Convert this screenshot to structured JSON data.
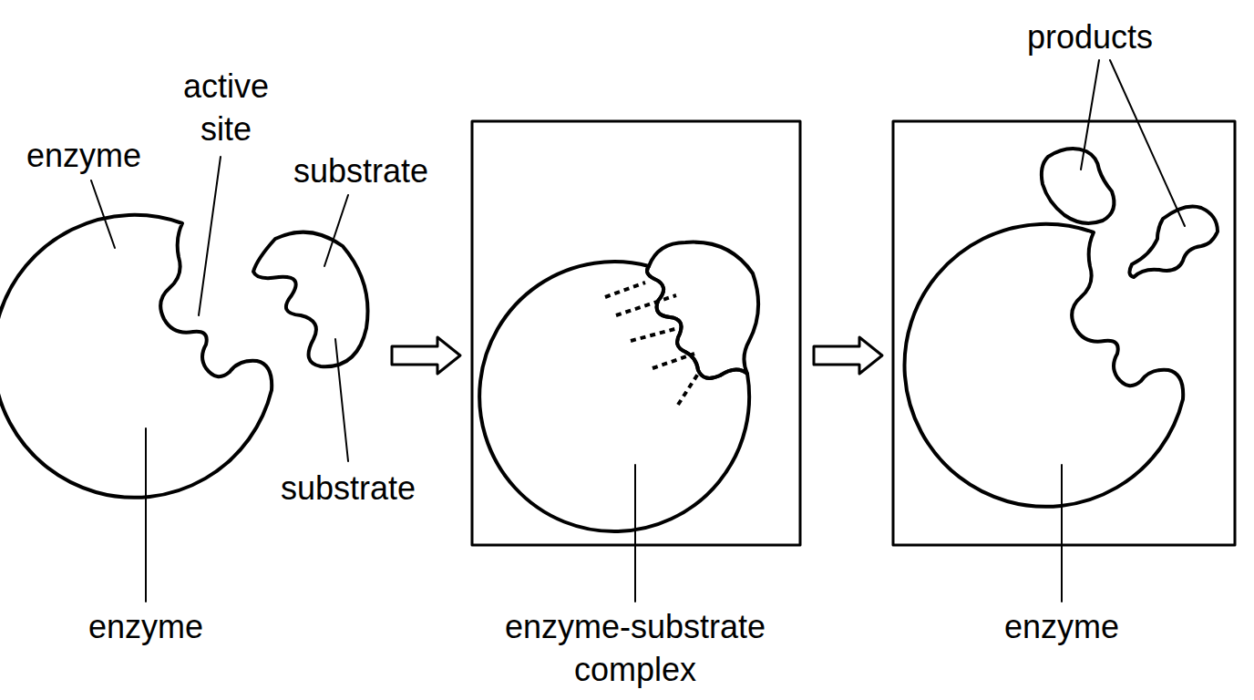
{
  "diagram": {
    "labels": [
      "products",
      "active site",
      "enzyme",
      "substrate",
      "substrate",
      "enzyme",
      "enzyme-substrate complex",
      "enzyme"
    ]
  }
}
